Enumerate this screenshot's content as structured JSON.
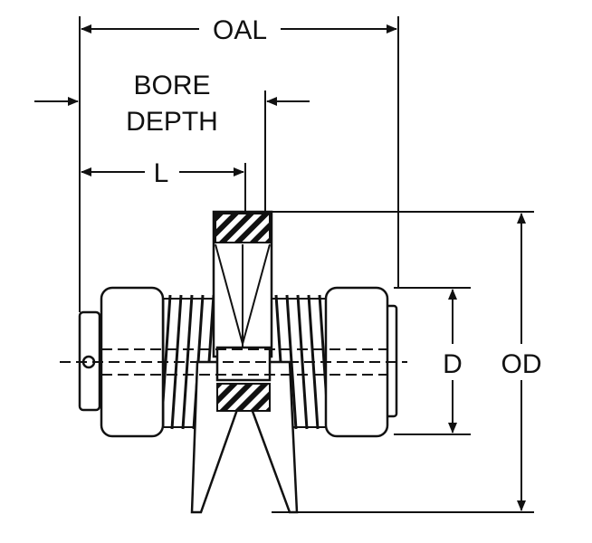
{
  "labels": {
    "oal": "OAL",
    "bore_depth_line1": "BORE",
    "bore_depth_line2": "DEPTH",
    "l": "L",
    "d": "D",
    "od": "OD"
  },
  "colors": {
    "line": "#111111",
    "background": "#ffffff"
  }
}
